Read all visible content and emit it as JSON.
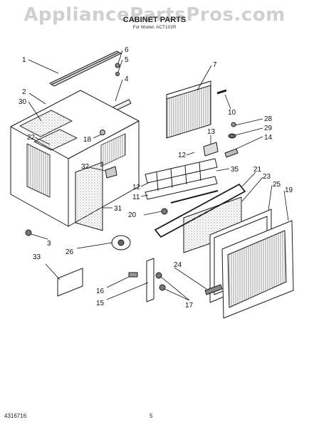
{
  "watermark": "AppliancePartsPros.com",
  "header": {
    "title": "CABINET PARTS",
    "subtitle": "For Model: ACT102R"
  },
  "footer": {
    "code": "4316716",
    "page": "5"
  },
  "callouts": [
    "1",
    "2",
    "3",
    "4",
    "5",
    "6",
    "7",
    "10",
    "11",
    "12",
    "12",
    "13",
    "14",
    "15",
    "16",
    "17",
    "18",
    "19",
    "20",
    "21",
    "22",
    "23",
    "24",
    "25",
    "26",
    "28",
    "29",
    "30",
    "31",
    "32",
    "33",
    "35"
  ],
  "colors": {
    "line": "#1a1a1a",
    "hatch": "#777777"
  }
}
